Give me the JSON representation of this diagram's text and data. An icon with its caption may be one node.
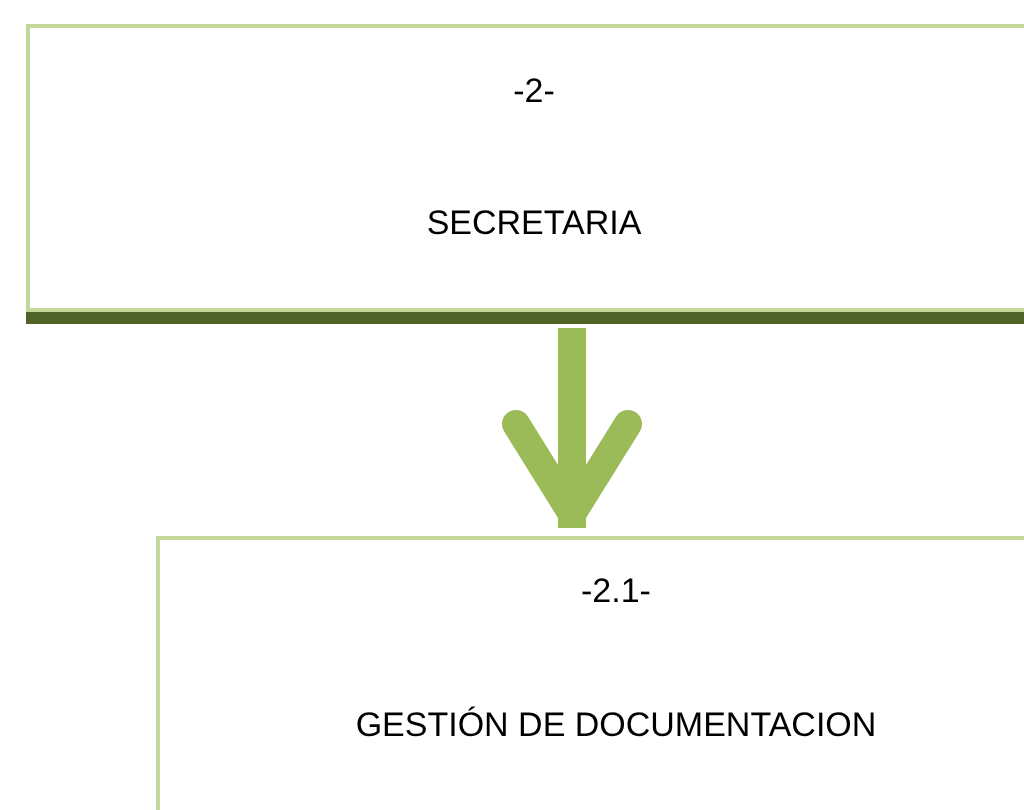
{
  "diagram": {
    "nodes": [
      {
        "text": [
          "-2-",
          "SECRETARIA"
        ]
      },
      {
        "text": [
          "-2.1-",
          "GESTIÓN DE DOCUMENTACION"
        ]
      }
    ],
    "edges": [
      {
        "from": 0,
        "to": 1,
        "arrow": "to"
      }
    ]
  }
}
